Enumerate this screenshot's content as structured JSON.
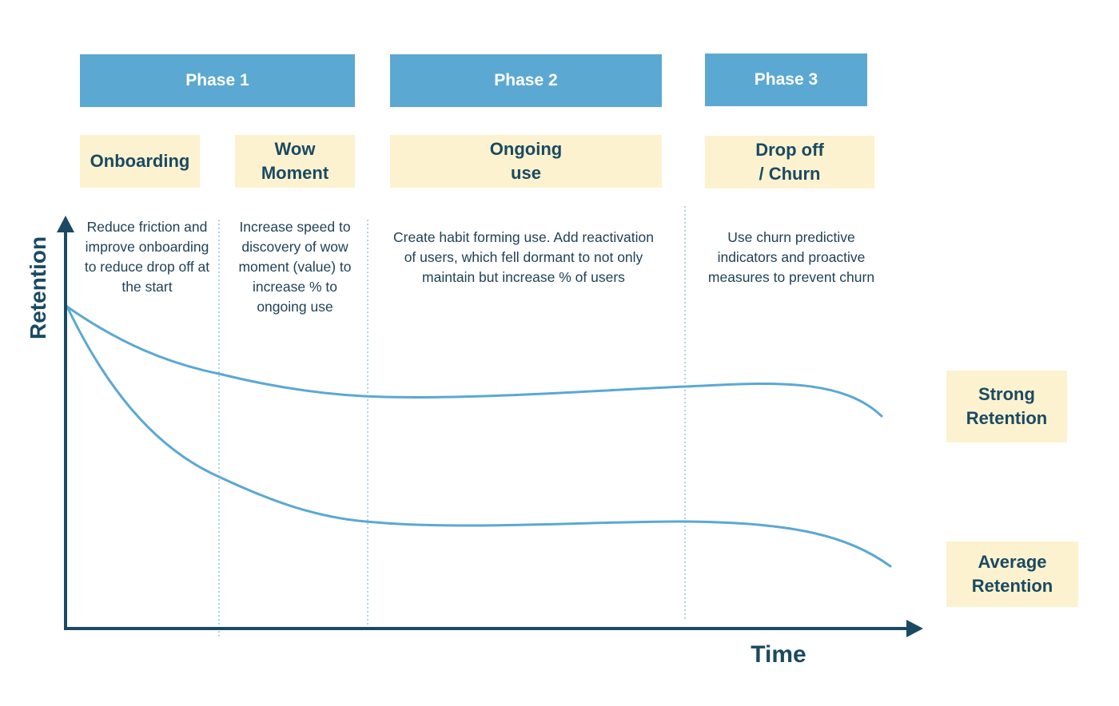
{
  "phases": [
    {
      "label": "Phase 1"
    },
    {
      "label": "Phase 2"
    },
    {
      "label": "Phase 3"
    }
  ],
  "stages": [
    {
      "label": "Onboarding"
    },
    {
      "label": "Wow\nMoment"
    },
    {
      "label": "Ongoing\nuse"
    },
    {
      "label": "Drop off\n/ Churn"
    }
  ],
  "descriptions": [
    {
      "text": "Reduce friction and improve onboarding to reduce drop off at the start"
    },
    {
      "text": "Increase speed to discovery of wow moment (value) to increase % to ongoing use"
    },
    {
      "text": "Create habit forming use. Add reactivation of users, which fell dormant to not only maintain but increase % of users"
    },
    {
      "text": "Use churn predictive indicators and proactive measures to prevent churn"
    }
  ],
  "curves": [
    {
      "label": "Strong\nRetention"
    },
    {
      "label": "Average\nRetention"
    }
  ],
  "axes": {
    "x_label": "Time",
    "y_label": "Retention"
  },
  "colors": {
    "phase_header": "#5ba8d3",
    "stage_box": "#fdf2cf",
    "curve": "#5ba8d3",
    "axis": "#1a4a62",
    "divider": "#5ba8d3"
  }
}
